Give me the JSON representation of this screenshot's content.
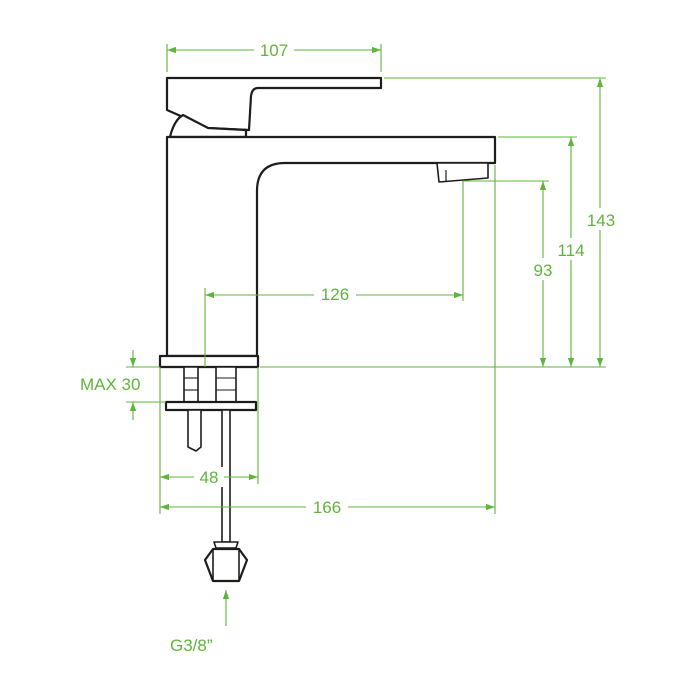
{
  "dimensions": {
    "lever_width": "107",
    "total_height": "143",
    "spout_top_height": "114",
    "outlet_height": "93",
    "spout_reach": "126",
    "max_counter_thickness": "MAX 30",
    "base_diameter": "48",
    "overall_depth": "166",
    "connection_thread": "G3/8”"
  },
  "colors": {
    "dimension_lines": "#5fb53c",
    "outline": "#1d1d1b"
  }
}
